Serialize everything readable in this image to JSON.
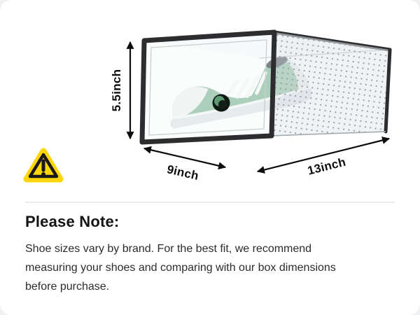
{
  "scene": {
    "diagram": {
      "labels": {
        "height": "5.5inch",
        "width": "9inch",
        "depth": "13inch"
      },
      "icons": {
        "warning": "warning-triangle-icon"
      },
      "colors": {
        "warning_yellow": "#FFD60A",
        "box_frame_dark": "#2d2d30",
        "sneaker_green": "#85b899",
        "arrow_black": "#0d0d0e"
      }
    },
    "note": {
      "heading": "Please Note:",
      "body": "Shoe sizes vary by brand. For the best fit, we recommend measuring your shoes and comparing with our box dimensions before purchase."
    }
  }
}
